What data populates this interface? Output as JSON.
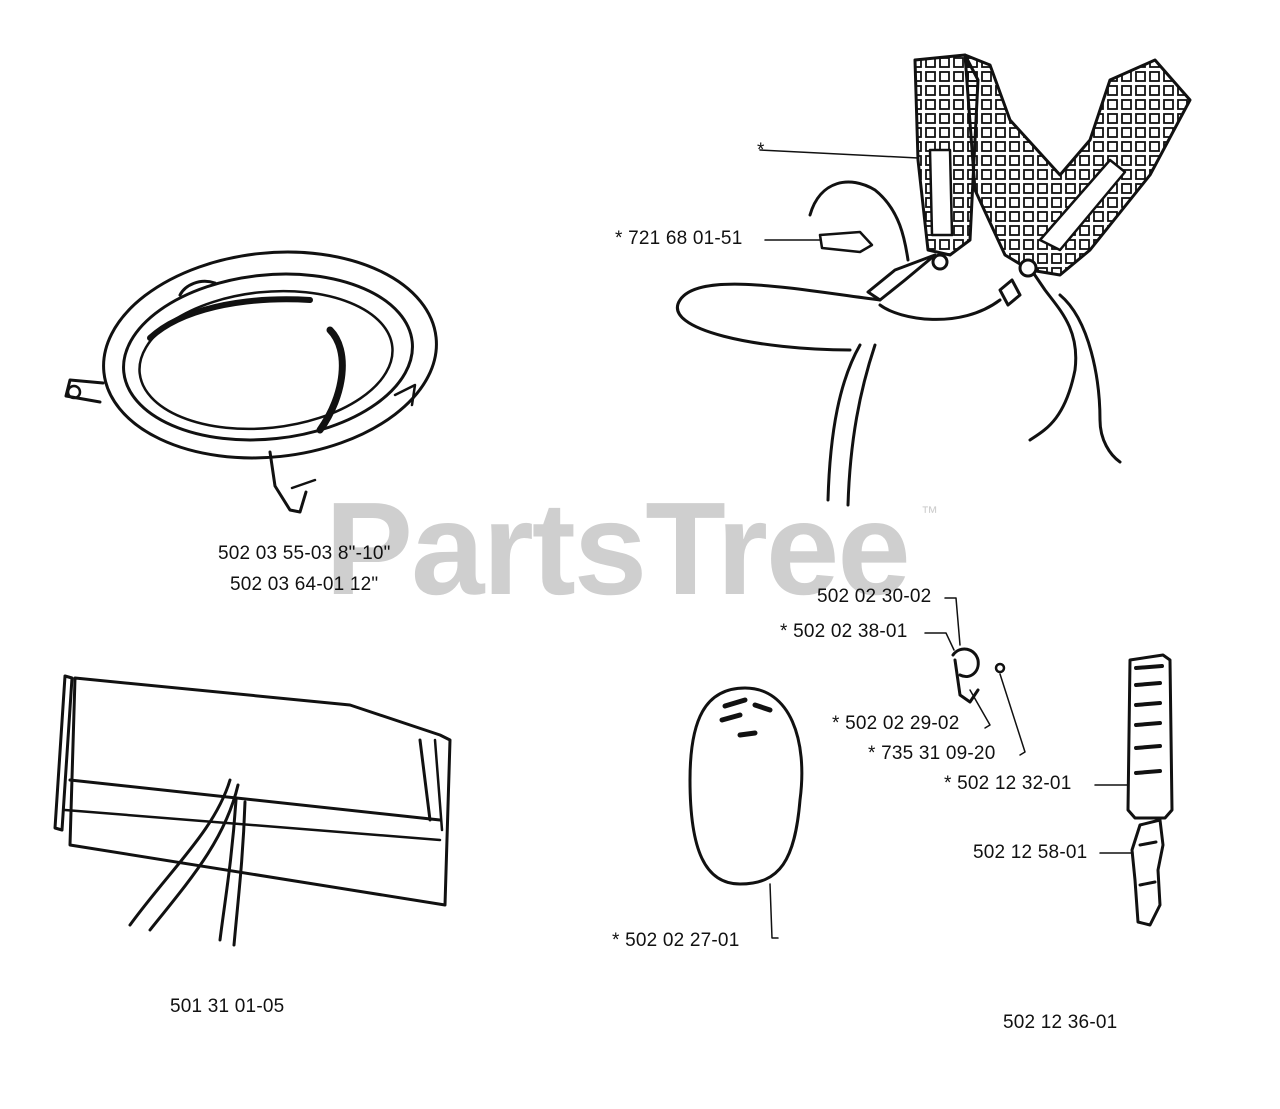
{
  "watermark": {
    "text": "PartsTree",
    "trademark": "™",
    "color": "#cfcfcf"
  },
  "labels": {
    "harness_star": "*",
    "harness_bolt": "* 721 68 01-51",
    "guard_line1": "502 03 55-03 8\"-10\"",
    "guard_line2": "502 03 64-01 12\"",
    "clip_top": "502 02 30-02",
    "clip_screw": "* 502 02 38-01",
    "clip_hook": "* 502 02 29-02",
    "clip_nut": "* 735 31 09-20",
    "pad": "* 502 12 32-01",
    "buckle": "502 12 58-01",
    "hip_pad": "* 502 02 27-01",
    "bag": "501 31 01-05",
    "kit": "502 12 36-01"
  },
  "icons": [
    "trimmer-guard-icon",
    "shoulder-harness-icon",
    "carry-bag-icon",
    "hip-pad-icon",
    "harness-clip-icon",
    "shoulder-pad-icon",
    "buckle-icon"
  ]
}
